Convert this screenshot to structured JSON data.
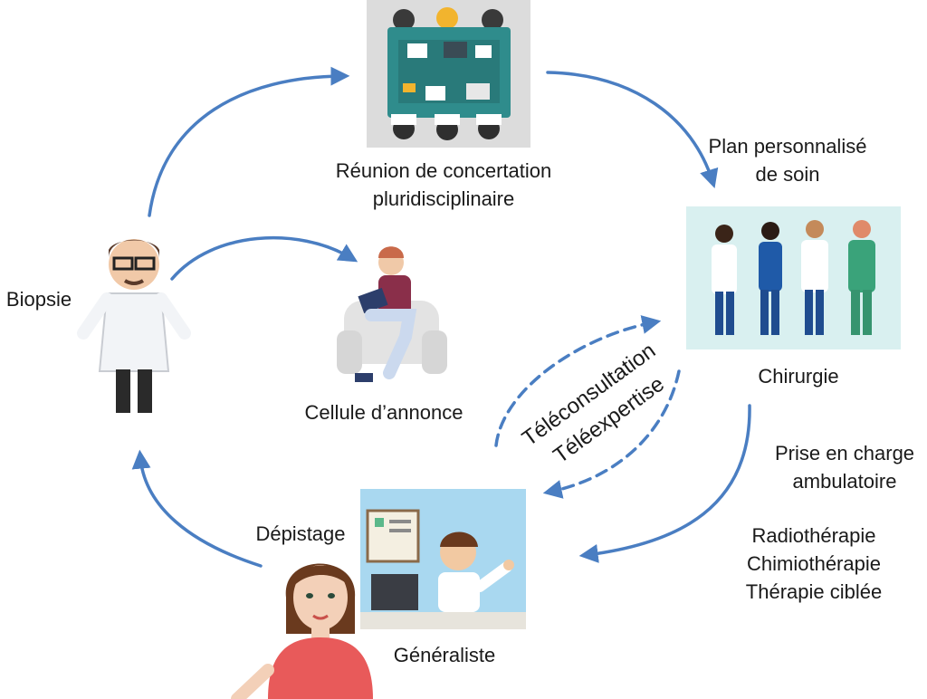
{
  "colors": {
    "arrow": "#4a7ec2",
    "text": "#1a1a1a"
  },
  "labels": {
    "rcp": [
      "Réunion de concertation",
      "pluridisciplinaire"
    ],
    "plan": [
      "Plan personnalisé",
      "de soin"
    ],
    "biopsie": "Biopsie",
    "cellule": "Cellule d’annonce",
    "chirurgie": "Chirurgie",
    "teleconsultation": "Téléconsultation",
    "teleexpertise": "Téléexpertise",
    "prise_en_charge": [
      "Prise en charge",
      "ambulatoire"
    ],
    "traitements": [
      "Radiothérapie",
      "Chimiothérapie",
      "Thérapie ciblée"
    ],
    "depistage": "Dépistage",
    "generaliste": "Généraliste"
  },
  "illustrations": {
    "meeting": "meeting-table-illustration",
    "team": "medical-team-illustration",
    "doctor": "doctor-illustration",
    "patient_armchair": "patient-in-armchair-illustration",
    "gp_office": "general-practitioner-office-illustration",
    "woman": "woman-patient-illustration"
  }
}
